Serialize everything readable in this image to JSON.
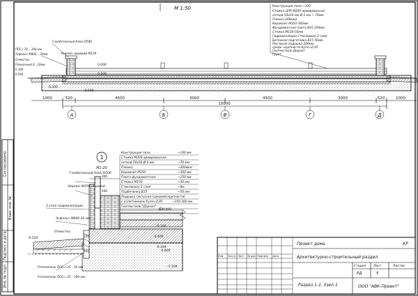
{
  "section": {
    "scale": "М 1:50",
    "left_callouts": [
      "Газобетонный блок D500",
      "Кирпич лицевой М150",
      "ПГБ с.70 ...100 мм",
      "Асфальт М400 ...20мм",
      "Отмостка",
      "Пленочный 6...10мм",
      "0.100",
      "0.500"
    ],
    "floor_layers": [
      "Конструкция пола ~100",
      "Стяжка ЦПР М200 армированная",
      "сеткой 50х50 мм Ø 3 мм ~ 70мм",
      "Пленка-200мкм",
      "Керамзит М350-300мм",
      "Фундаментная плита В25-250мм",
      "Стяжка М150-50мм",
      "Гидроизоляция Стеклоизол 2 слоя",
      "Бетонная подготовка В15-50мм",
      "Песчаная подушка-300мм",
      "средн. крупности Купл=0,95",
      "Геотекстиль Дорнит",
      "Грунт"
    ],
    "inline_labels": [
      "0.000",
      "0.100",
      "0.500",
      "-0.400"
    ],
    "axes_labels": [
      "А",
      "Б",
      "В",
      "Г",
      "Д"
    ],
    "dimensions": [
      "1000",
      "520",
      "4500",
      "3000",
      "15000",
      "4500",
      "3000",
      "520",
      "1000"
    ]
  },
  "node": {
    "number": "1",
    "scale": "М1:20",
    "layers": [
      {
        "name": "Конструкция пола",
        "value": "~100 мм"
      },
      {
        "name": "Стяжка М200 армированная",
        "value": ""
      },
      {
        "name": "сеткой 50х50 Ø 3 мм",
        "value": "~70 мм"
      },
      {
        "name": "Пленка",
        "value": "~200мкм"
      },
      {
        "name": "Керамзит М350",
        "value": "~300 мм"
      },
      {
        "name": "Плита фундаментная",
        "value": "~250 мм"
      },
      {
        "name": "Стяжка М150",
        "value": "~50 мм"
      },
      {
        "name": "Стеклоизол 2 слоя",
        "value": "~8м"
      },
      {
        "name": "Подбетонка В15",
        "value": "~50 мм"
      },
      {
        "name": "Подушка песчаная (средней крупности)",
        "value": ""
      },
      {
        "name": "с уплотнением Купл=0,95",
        "value": "~350-300 мм"
      },
      {
        "name": "Геотекстиль \"Дорнит\"",
        "value": ""
      },
      {
        "name": "Грунт основания",
        "value": ""
      }
    ],
    "callouts": [
      "Газобетонный блок D500",
      "Кирпич М150 лицевой",
      "2 слоя гидроизоляции",
      "Асфальт М400 20 мм",
      "Отмостка",
      "Утеплитель ПСБ с.35 - 50 мм",
      "Утеплитель ПСБ с.35 - 100 мм"
    ],
    "levels": [
      "± 0.000",
      "-0.100",
      "-0.400",
      "-0.520",
      "-0.320",
      "-0.800",
      "-1.100"
    ],
    "dims": [
      "300",
      "500",
      "250",
      "120"
    ]
  },
  "side_stamp": [
    "Согласовано",
    "Инв. № подл.",
    "Подпись и дата",
    "Взам. инв. №"
  ],
  "title_block": {
    "code": "КР",
    "project": "Проект дома",
    "section": "Архитектурно-строительный раздел",
    "sheet_title": "Разрез 1-1. Узел 1",
    "stage_label": "Стадия",
    "sheet_label": "Лист",
    "sheets_label": "Листов",
    "stage": "РД",
    "sheet": "5",
    "company": "ООО \"АВК-Проект\"",
    "headers": [
      "Изм.",
      "Кол.уч",
      "Лист",
      "№ док",
      "Подпись",
      "Дата"
    ]
  }
}
